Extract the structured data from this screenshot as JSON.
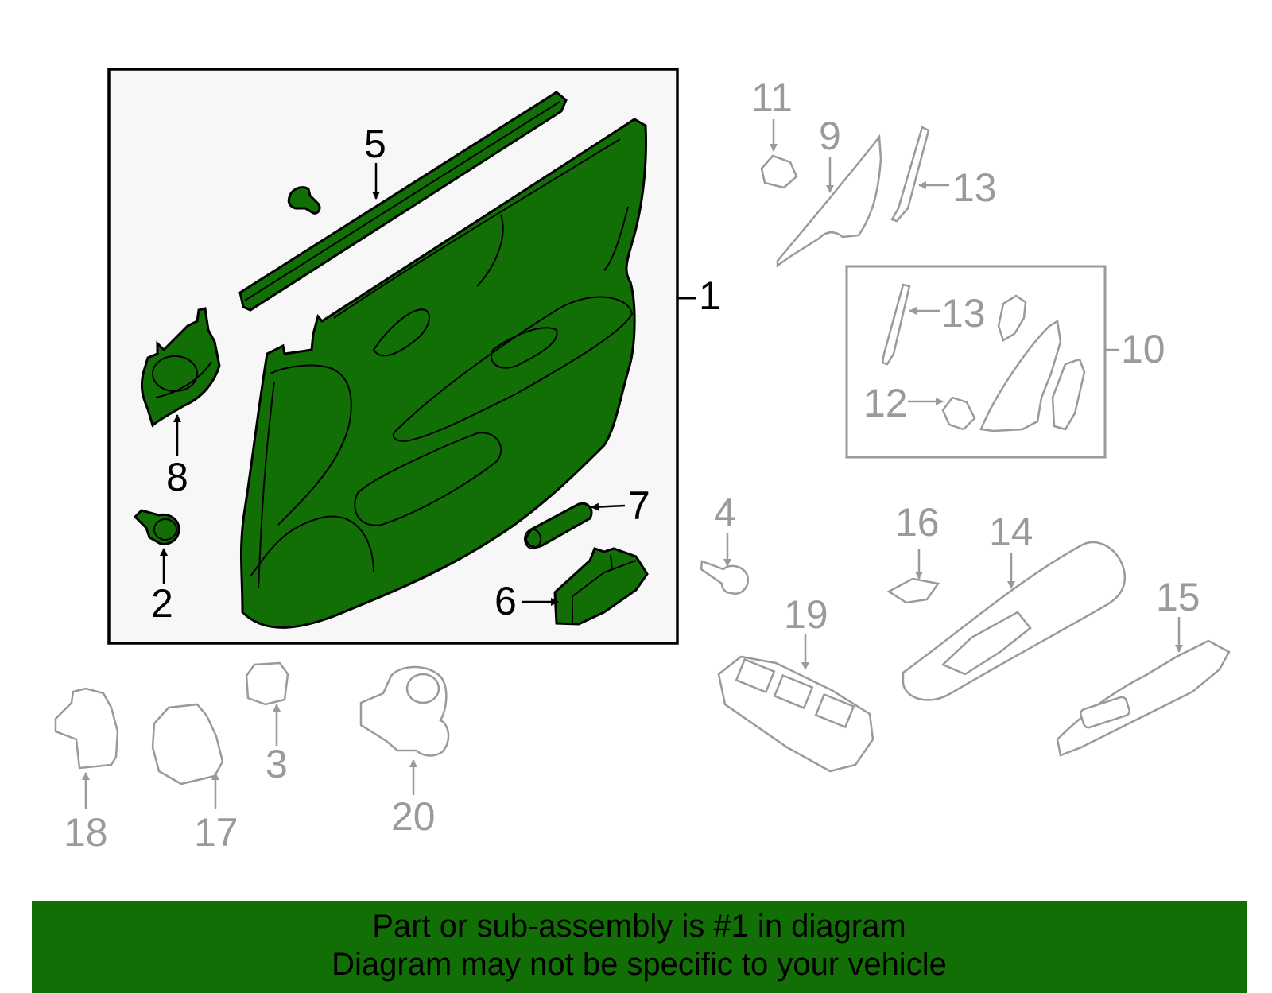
{
  "colors": {
    "highlight_fill": "#126f06",
    "banner_fill": "#126f06",
    "dim_stroke": "#9a9a9a",
    "box_fill": "#f7f7f7"
  },
  "callouts": {
    "c1": "1",
    "c2": "2",
    "c3": "3",
    "c4": "4",
    "c5": "5",
    "c6": "6",
    "c7": "7",
    "c8": "8",
    "c9": "9",
    "c10": "10",
    "c11": "11",
    "c12": "12",
    "c13a": "13",
    "c13b": "13",
    "c14": "14",
    "c15": "15",
    "c16": "16",
    "c17": "17",
    "c18": "18",
    "c19": "19",
    "c20": "20"
  },
  "banner": {
    "line1": "Part or sub-assembly is #1 in diagram",
    "line2": "Diagram may not be specific to your vehicle"
  }
}
